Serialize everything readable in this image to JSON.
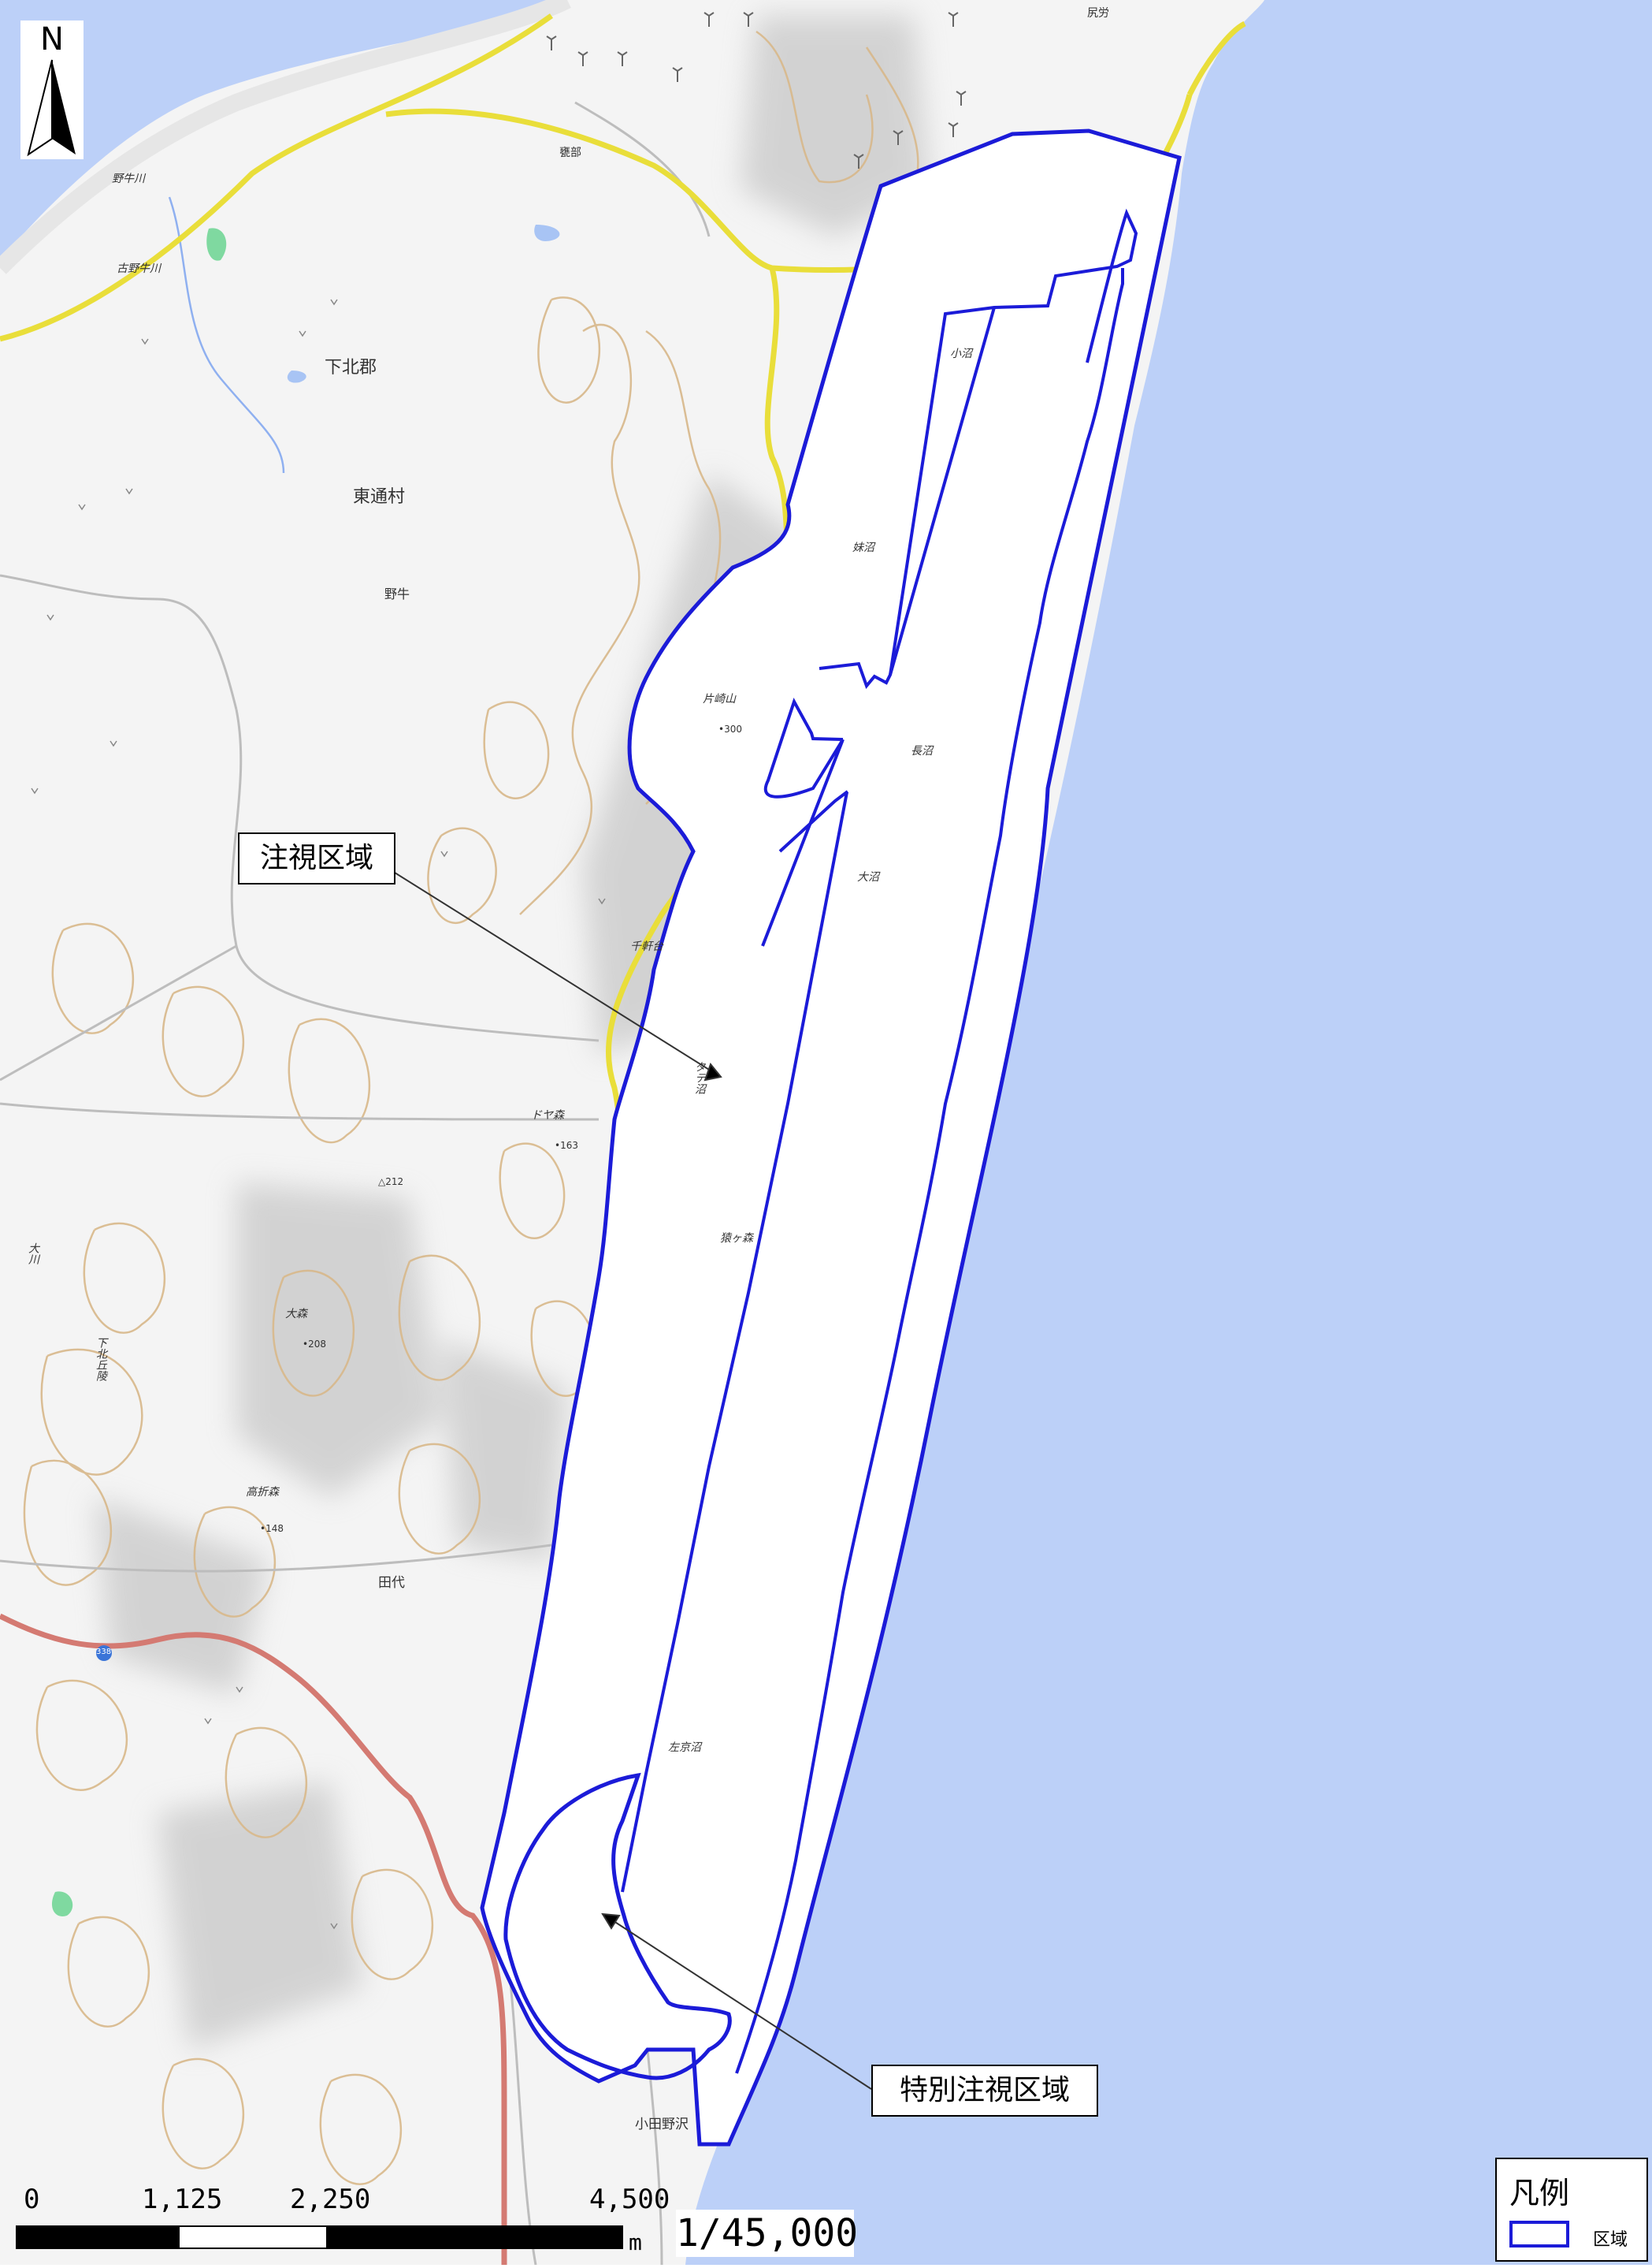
{
  "map": {
    "north_label": "N",
    "place_labels": [
      {
        "key": "shimokita_gun",
        "text": "下北郡"
      },
      {
        "key": "higashidori",
        "text": "東通村"
      },
      {
        "key": "noushi",
        "text": "野牛"
      },
      {
        "key": "tashiro",
        "text": "田代"
      },
      {
        "key": "odanosawa",
        "text": "小田野沢"
      },
      {
        "key": "shitsukari",
        "text": "甕部"
      },
      {
        "key": "shiriya",
        "text": "尻労"
      }
    ],
    "water_labels": [
      {
        "key": "noushi_river",
        "text": "野牛川"
      },
      {
        "key": "furunoushi",
        "text": "古野牛川"
      },
      {
        "key": "konuma",
        "text": "小沼"
      },
      {
        "key": "imoto",
        "text": "妹沼"
      },
      {
        "key": "naganuma",
        "text": "長沼"
      },
      {
        "key": "oonuma",
        "text": "大沼"
      },
      {
        "key": "tatenuma",
        "text": "タテ沼"
      },
      {
        "key": "sakyo",
        "text": "左京沼"
      },
      {
        "key": "ookawa",
        "text": "大川"
      }
    ],
    "terrain_labels": [
      {
        "key": "katasaki",
        "text": "片崎山",
        "elev": "300"
      },
      {
        "key": "sengendai",
        "text": "千軒台"
      },
      {
        "key": "doyamori",
        "text": "ドヤ森",
        "elev": "163"
      },
      {
        "key": "p212",
        "text": "",
        "elev": "212"
      },
      {
        "key": "omori",
        "text": "大森",
        "elev": "208"
      },
      {
        "key": "takaori",
        "text": "高折森",
        "elev": "148"
      },
      {
        "key": "sarugamori",
        "text": "猿ヶ森"
      },
      {
        "key": "kyuryo",
        "text": "下北丘陵"
      }
    ],
    "route_number": "338"
  },
  "callouts": {
    "watch_area": "注視区域",
    "special_watch_area": "特別注視区域"
  },
  "scale": {
    "ticks": [
      "0",
      "1,125",
      "2,250",
      "4,500"
    ],
    "unit": "m",
    "ratio": "1/45,000"
  },
  "legend": {
    "title": "凡例",
    "item_label": "区域",
    "item_color": "#1b1bd8"
  },
  "colors": {
    "sea": "#bcd0f8",
    "land": "#f4f4f4",
    "boundary": "#1b1bd8",
    "road_yellow": "#e9de3a",
    "road_red": "#d47a72",
    "contour": "#d8b88a",
    "wetland": "#7fd9a0",
    "lake": "#a8c4f4"
  }
}
